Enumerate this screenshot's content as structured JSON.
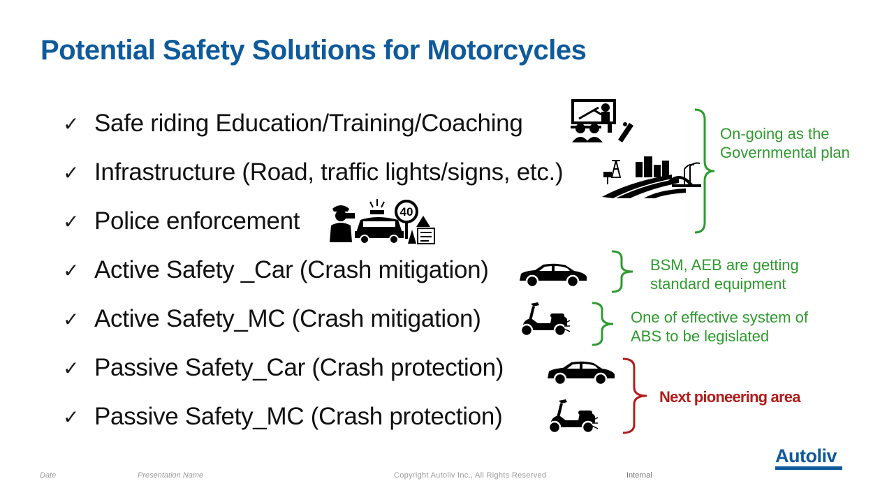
{
  "slide": {
    "title": "Potential Safety Solutions for Motorcycles"
  },
  "items": [
    {
      "text": "Safe riding Education/Training/Coaching",
      "icon": "training-classroom-icon"
    },
    {
      "text": "Infrastructure (Road, traffic lights/signs, etc.)",
      "icon": "road-city-infrastructure-icon"
    },
    {
      "text": "Police enforcement",
      "icon": "police-speed-enforcement-icon"
    },
    {
      "text": "Active Safety _Car (Crash mitigation)",
      "icon": "car-icon"
    },
    {
      "text": "Active Safety_MC (Crash mitigation)",
      "icon": "scooter-icon"
    },
    {
      "text": "Passive Safety_Car (Crash protection)",
      "icon": "car-icon"
    },
    {
      "text": "Passive Safety_MC (Crash protection)",
      "icon": "scooter-icon"
    }
  ],
  "check_mark": "✓",
  "notes": {
    "governmental": {
      "line1": "On-going as the",
      "line2": "Governmental plan",
      "color": "#2f9a2f"
    },
    "active_car": {
      "line1": "BSM, AEB are getting",
      "line2": "standard equipment",
      "color": "#2f9a2f"
    },
    "active_mc": {
      "line1": "One of effective system of",
      "line2": "ABS to be legislated",
      "color": "#2f9a2f"
    },
    "passive": {
      "text": "Next pioneering area",
      "color": "#b01c1c"
    }
  },
  "police_sign": {
    "speed": "40"
  },
  "footer": {
    "date": "Date",
    "presentation": "Presentation Name",
    "copyright": "Copyright Autoliv Inc., All Rights Reserved",
    "classification": "Internal"
  },
  "logo": {
    "text": "Autoliv",
    "color": "#0f5a9a"
  }
}
